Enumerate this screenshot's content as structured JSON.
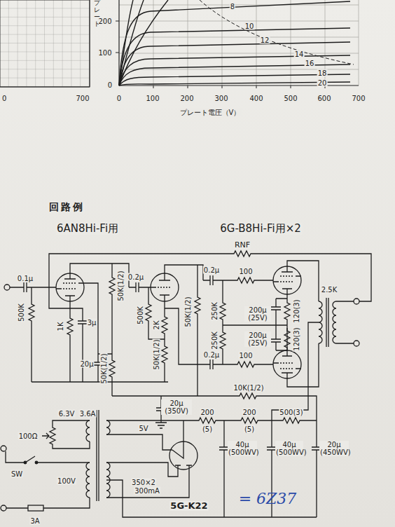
{
  "diagram": {
    "title": "回路例",
    "labels": [
      "200",
      "100",
      "0",
      "8",
      "10",
      "12",
      "14",
      "16",
      "18",
      "20",
      "0",
      "100",
      "200",
      "300",
      "400",
      "500",
      "600",
      "700",
      "プレート電圧（V）",
      "プレート",
      "0",
      "700",
      "6AN8Hi-Fi用",
      "6G-B8Hi-Fi用×2",
      "RNF",
      "0.1μ",
      "500K",
      "1K",
      "3μ",
      "20μ",
      "50K(1/2)",
      "500K",
      "50K(1/2)",
      "0.2μ",
      "2K",
      "50K(1/2)",
      "20μ (350V)",
      "50K(1/2)",
      "0.2μ",
      "100",
      "250K",
      "250K",
      "200μ (25V)",
      "200μ (25V)",
      "120(3)",
      "120(3)",
      "0.2μ",
      "100",
      "2.5K",
      "10K(1/2)",
      "6.3V",
      "3.6A",
      "100Ω",
      "5V",
      "SW",
      "100V",
      "3A",
      "350×2",
      "300mA",
      "200",
      "(5)",
      "200",
      "(5)",
      "500(3)",
      "40μ (500WV)",
      "40μ (500WV)",
      "20μ (450WV)",
      "5G-K22",
      "= 6Z37"
    ]
  }
}
